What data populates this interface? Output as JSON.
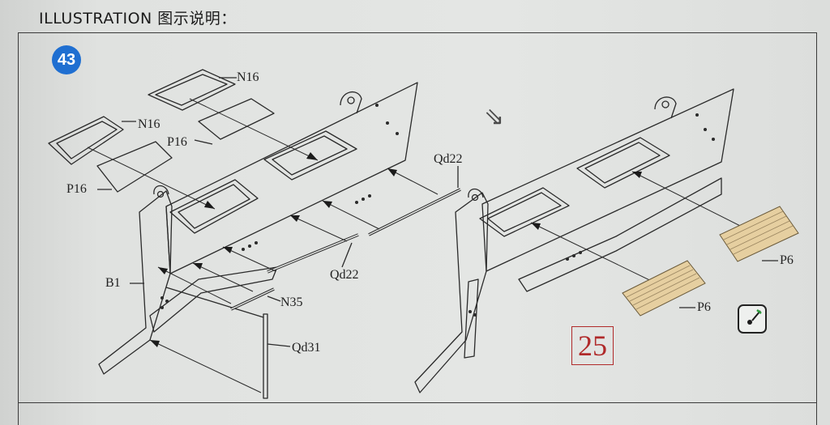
{
  "header": {
    "title": "ILLUSTRATION 图示说明："
  },
  "step": {
    "number": "43"
  },
  "page": {
    "number": "25"
  },
  "labels": {
    "n16_a": "N16",
    "n16_b": "N16",
    "p16_a": "P16",
    "p16_b": "P16",
    "qd22_a": "Qd22",
    "qd22_b": "Qd22",
    "b1": "B1",
    "n35": "N35",
    "qd31": "Qd31",
    "p6_a": "P6",
    "p6_b": "P6"
  },
  "icons": {
    "direction": "arrow-right-icon",
    "glue": "glue-icon"
  },
  "colors": {
    "step_badge": "#1f6fd1",
    "page_number": "#b02a2a",
    "etched_part": "#e6cfa0"
  }
}
